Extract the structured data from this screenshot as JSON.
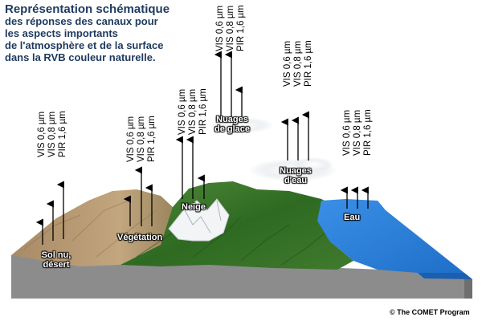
{
  "title": {
    "line1": "Représentation schématique",
    "line2": "des réponses des canaux pour",
    "line3": "les aspects importants",
    "line4": "de l'atmosphère et de la surface",
    "line5": "dans la RVB couleur naturelle."
  },
  "channels": {
    "vis06": "VIS 0,6 µm",
    "vis08": "VIS 0,8 µm",
    "pir16": "PIR 1,6 µm"
  },
  "features": {
    "sol": "Sol nu, désert",
    "vegetation": "Végétation",
    "neige": "Neige",
    "nuages_glace": "Nuages de glace",
    "nuages_eau": "Nuages d'eau",
    "eau": "Eau"
  },
  "credit": "© The COMET Program",
  "colors": {
    "title": "#1e3a5f",
    "water": "#2b7fd8",
    "base": "#8a8a8a",
    "vegetation": "#3f7a2e",
    "desert": "#b89a72"
  }
}
